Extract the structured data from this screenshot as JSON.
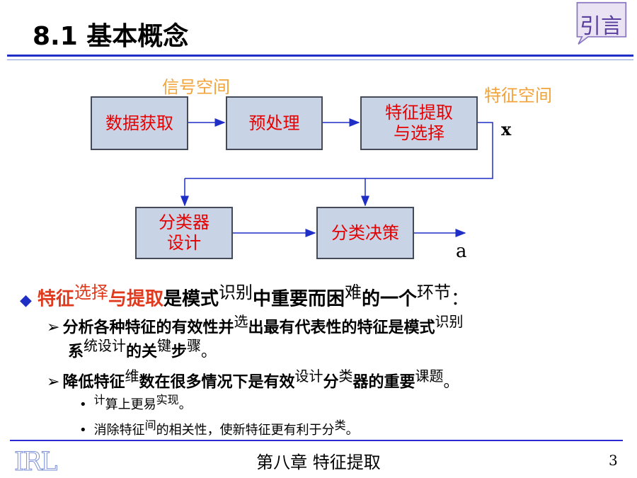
{
  "slide": {
    "title": "8.1 基本概念",
    "callout": "引言",
    "page_number": "3",
    "footer": "第八章 特征提取",
    "logo_text": "IRL"
  },
  "diagram": {
    "label_signal_space": "信号空间",
    "label_feature_space": "特征空间",
    "box_acquire": "数据获取",
    "box_preprocess": "预处理",
    "box_extract_line1": "特征提取",
    "box_extract_line2": "与选择",
    "box_classifier_line1": "分类器",
    "box_classifier_line2": "设计",
    "box_decision": "分类决策",
    "output_x": "x",
    "output_a": "a"
  },
  "bullets": {
    "main": {
      "part1": "特征",
      "part2": "选择",
      "part3": "与提取",
      "part4": "是模式",
      "part5": "识别",
      "part6": "中重要而困",
      "part7": "难",
      "part8": "的一个",
      "part9": "环节",
      "part10": "："
    },
    "sub1": {
      "line1_a": "分析各种特征的有效性并",
      "line1_b": "选",
      "line1_c": "出最有代表性的特征是模式",
      "line1_d": "识别",
      "line2_a": "系",
      "line2_b": "统设计",
      "line2_c": "的关",
      "line2_d": "键",
      "line2_e": "步",
      "line2_f": "骤",
      "line2_g": "。"
    },
    "sub2": {
      "a": "降低特征",
      "b": "维",
      "c": "数在很多情况下是有效",
      "d": "设计",
      "e": "分",
      "f": "类",
      "g": "器的重要",
      "h": "课题",
      "i": "。"
    },
    "sub3": {
      "a": "计",
      "b": "算上更易",
      "c": "实现",
      "d": "。"
    },
    "sub4": {
      "a": "消除特征",
      "b": "间",
      "c": "的相关性，使新特征更有利于分",
      "d": "类",
      "e": "。"
    }
  },
  "colors": {
    "accent_blue": "#1f2fc6",
    "box_fill": "#c9d3e6",
    "box_text": "#e60000",
    "space_label": "#f2a33a",
    "highlight_red": "#e03a1e",
    "callout_fill": "#e9e3f3"
  }
}
